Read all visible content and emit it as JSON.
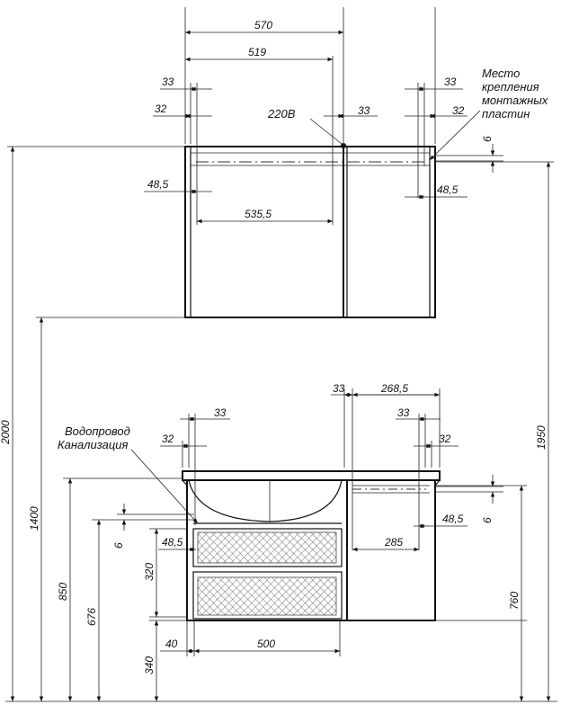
{
  "dimensions": {
    "top_width_570": "570",
    "top_width_519": "519",
    "top_left_33": "33",
    "top_left_32": "32",
    "top_right_33": "33",
    "top_right_32": "32",
    "power_label": "220В",
    "power_right_33": "33",
    "side_6_top": "6",
    "left_48_5_top": "48,5",
    "right_48_5_top": "48,5",
    "inner_535_5": "535,5",
    "height_2000": "2000",
    "height_1950": "1950",
    "height_1400": "1400",
    "bottom_33_a": "33",
    "bottom_268_5": "268,5",
    "bottom_left_33": "33",
    "bottom_left_32": "32",
    "bottom_right_33": "33",
    "bottom_right_32": "32",
    "height_850": "850",
    "height_676": "676",
    "side_6_left": "6",
    "left_48_5_bottom": "48,5",
    "right_48_5_bottom": "48,5",
    "side_6_right": "6",
    "width_285": "285",
    "height_320": "320",
    "height_760": "760",
    "width_40": "40",
    "width_500": "500",
    "height_340": "340"
  },
  "labels": {
    "mount_line1": "Место",
    "mount_line2": "крепления",
    "mount_line3": "монтажных",
    "mount_line4": "пластин",
    "water_line1": "Водопровод",
    "water_line2": "Канализация"
  }
}
